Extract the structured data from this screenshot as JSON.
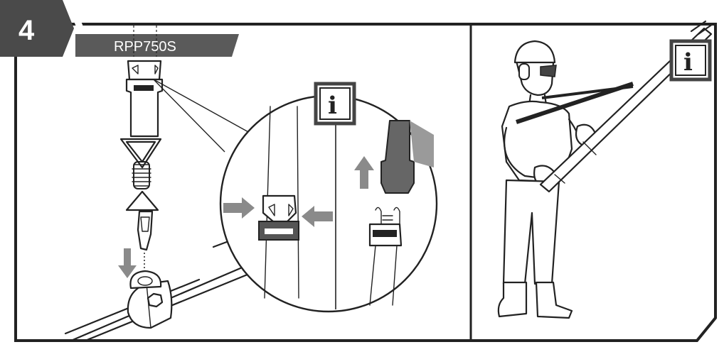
{
  "step": {
    "number": "4"
  },
  "left_panel": {
    "model_label": "RPP750S"
  },
  "info_icons": {
    "detail_symbol": "i",
    "operator_symbol": "i"
  },
  "icons": {
    "step_badge": "step-number-badge",
    "info": "info-icon",
    "push_arrow": "push-arrow-icon",
    "pull_arrow": "pull-arrow-icon",
    "attach_arrow": "down-arrow-icon"
  },
  "colors": {
    "frame": "#222222",
    "badge": "#4a4a4a",
    "arrow": "#8a8a8a"
  }
}
